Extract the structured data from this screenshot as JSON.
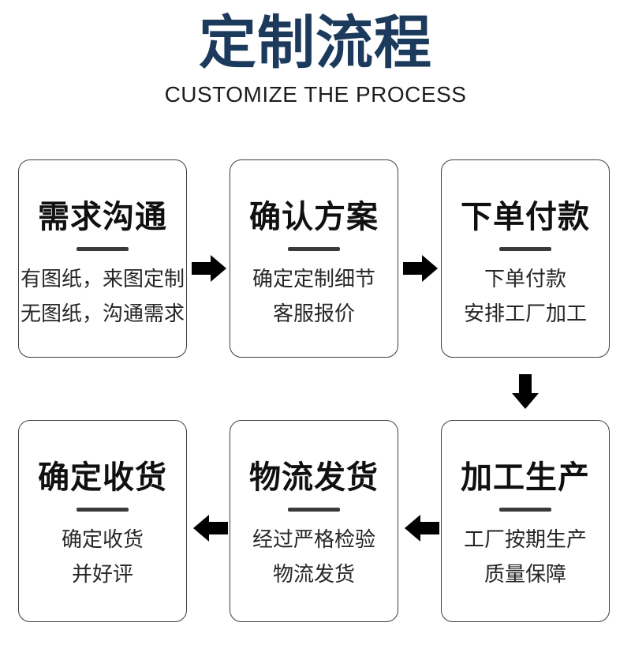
{
  "page": {
    "title": "定制流程",
    "subtitle": "CUSTOMIZE THE PROCESS"
  },
  "colors": {
    "title_navy": "#1b3a5c",
    "text_black": "#1d1d1d",
    "box_border": "#3f3f3f",
    "divider": "#3a3a3a",
    "arrow": "#000000",
    "background": "#ffffff"
  },
  "steps": [
    {
      "title": "需求沟通",
      "lines": [
        "有图纸，来图定制",
        "无图纸，沟通需求"
      ]
    },
    {
      "title": "确认方案",
      "lines": [
        "确定定制细节",
        "客服报价"
      ]
    },
    {
      "title": "下单付款",
      "lines": [
        "下单付款",
        "安排工厂加工"
      ]
    },
    {
      "title": "加工生产",
      "lines": [
        "工厂按期生产",
        "质量保障"
      ]
    },
    {
      "title": "物流发货",
      "lines": [
        "经过严格检验",
        "物流发货"
      ]
    },
    {
      "title": "确定收货",
      "lines": [
        "确定收货",
        "并好评"
      ]
    }
  ],
  "flow": {
    "sequence": "需求沟通 → 确认方案 → 下单付款 → 加工生产 → 物流发货 → 确定收货",
    "arrows": [
      "right",
      "right",
      "down",
      "left",
      "left"
    ]
  }
}
